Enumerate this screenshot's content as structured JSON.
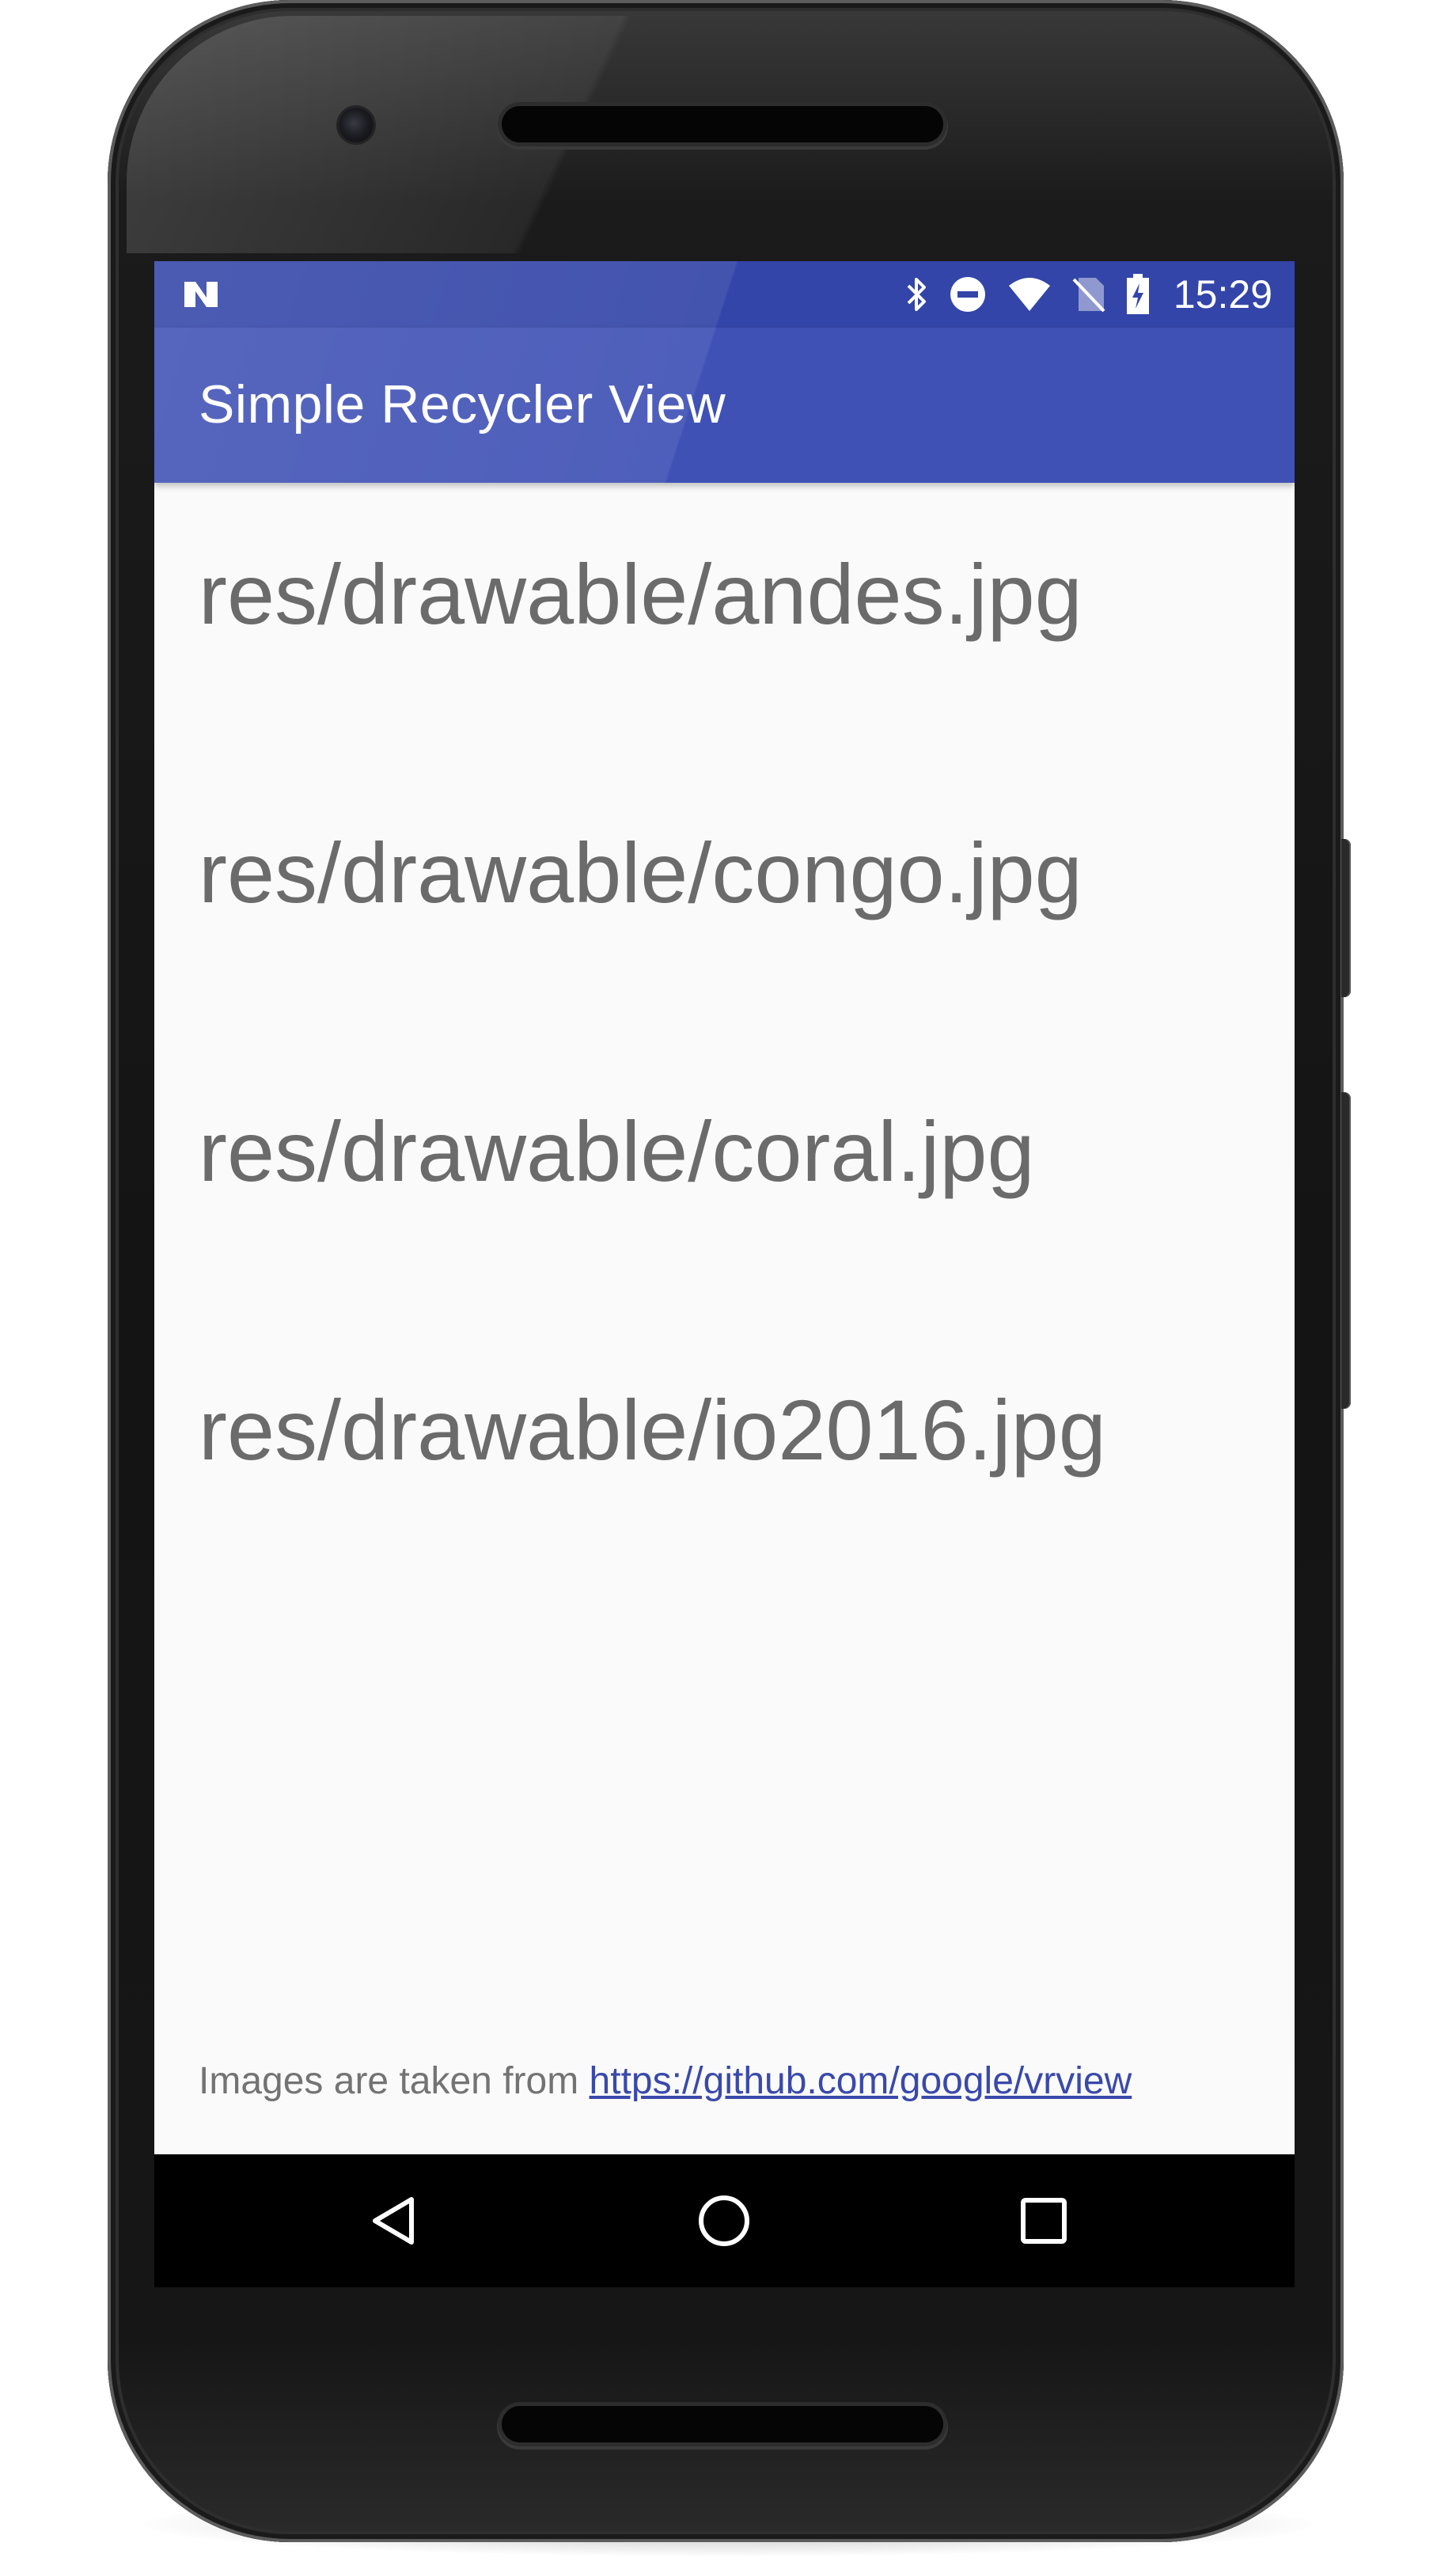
{
  "status_bar": {
    "time": "15:29",
    "icons": [
      "notification-n-icon",
      "bluetooth-icon",
      "do-not-disturb-icon",
      "wifi-icon",
      "no-sim-icon",
      "battery-charging-icon"
    ],
    "color": "#3345a8"
  },
  "app_bar": {
    "title": "Simple Recycler View",
    "color": "#3f51b5"
  },
  "list": {
    "items": [
      {
        "label": "res/drawable/andes.jpg"
      },
      {
        "label": "res/drawable/congo.jpg"
      },
      {
        "label": "res/drawable/coral.jpg"
      },
      {
        "label": "res/drawable/io2016.jpg"
      }
    ]
  },
  "footer": {
    "prefix": "Images are taken from ",
    "link_text": "https://github.com/google/vrview",
    "link_color": "#3949ab"
  },
  "nav_bar": {
    "buttons": [
      "back-icon",
      "home-icon",
      "recents-icon"
    ]
  }
}
